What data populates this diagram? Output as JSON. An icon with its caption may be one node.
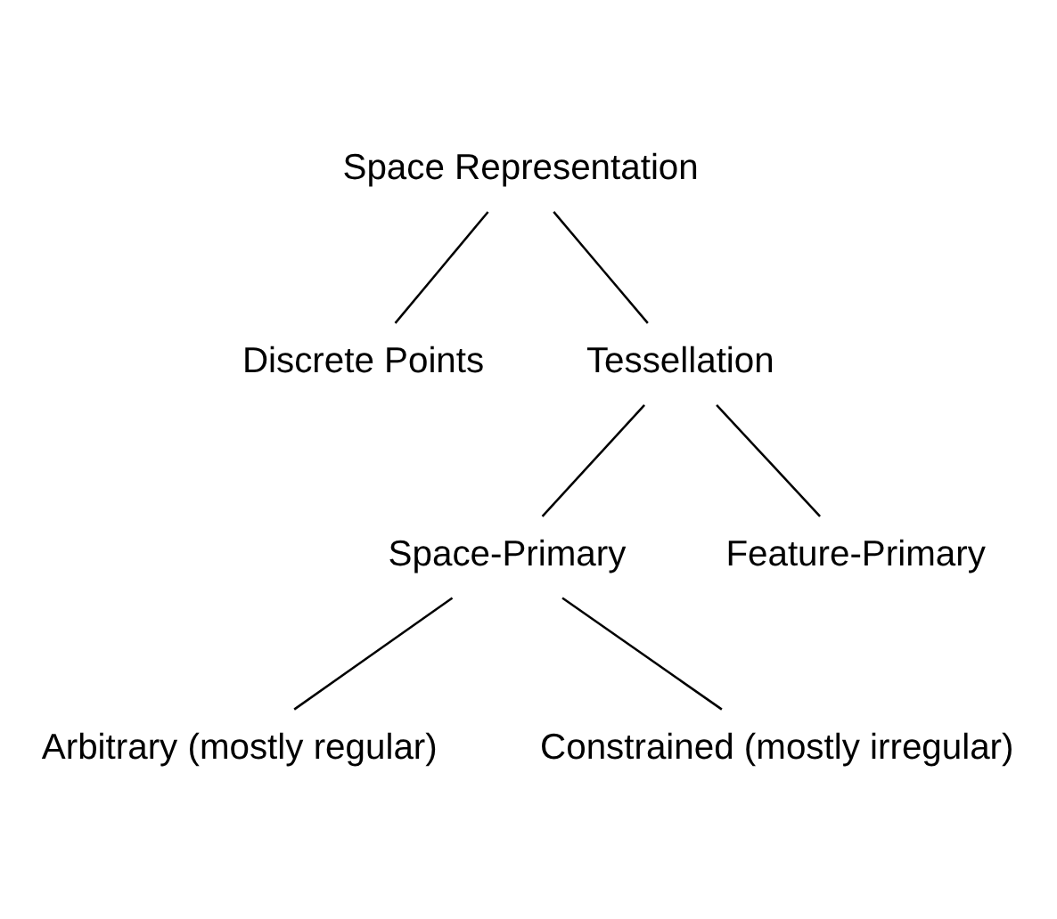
{
  "diagram": {
    "nodes": [
      {
        "text": [
          "Space Representation"
        ]
      },
      {
        "text": [
          "Discrete Points"
        ]
      },
      {
        "text": [
          "Tessellation"
        ]
      },
      {
        "text": [
          "Space-Primary"
        ]
      },
      {
        "text": [
          "Feature-Primary"
        ]
      },
      {
        "text": [
          "Arbitrary (mostly regular)"
        ]
      },
      {
        "text": [
          "Constrained (mostly irregular)"
        ]
      }
    ],
    "edges": [
      {
        "from": 0,
        "to": 1,
        "arrow": "none"
      },
      {
        "from": 0,
        "to": 2,
        "arrow": "none"
      },
      {
        "from": 2,
        "to": 3,
        "arrow": "none"
      },
      {
        "from": 2,
        "to": 4,
        "arrow": "none"
      },
      {
        "from": 3,
        "to": 5,
        "arrow": "none"
      },
      {
        "from": 3,
        "to": 6,
        "arrow": "none"
      }
    ]
  }
}
